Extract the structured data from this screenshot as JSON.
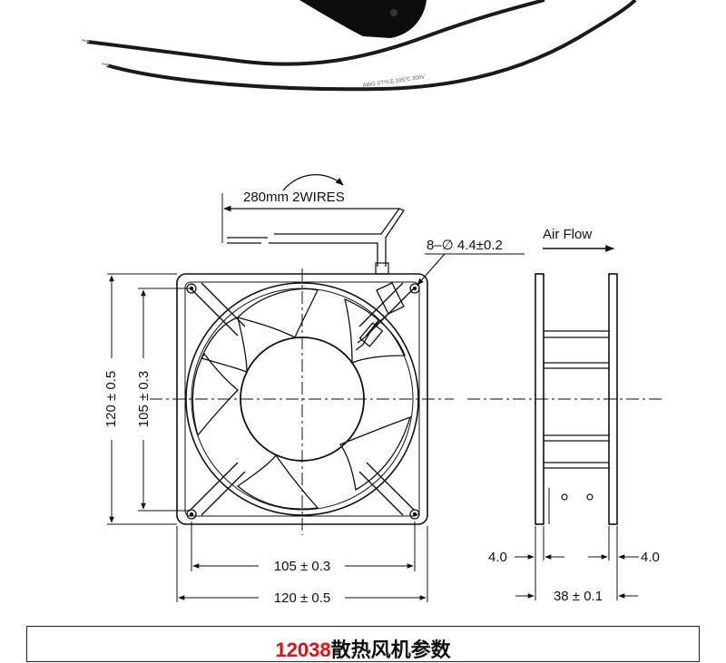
{
  "photo": {
    "wire_print": "AWG STYLE 105°C 300V"
  },
  "drawing": {
    "wire_label": "280mm 2WIRES",
    "hole_label": "8–∅ 4.4±0.2",
    "airflow_label": "Air Flow",
    "outer_height": "120 ± 0.5",
    "inner_height": "105 ± 0.3",
    "inner_width": "105 ± 0.3",
    "outer_width": "120 ± 0.5",
    "flange_left": "4.0",
    "flange_right": "4.0",
    "depth": "38 ± 0.1"
  },
  "table": {
    "title_model": "12038",
    "title_text": "散热风机参数"
  },
  "colors": {
    "line": "#111111",
    "title_model": "#e01010",
    "wire": "#1a1a1a"
  }
}
